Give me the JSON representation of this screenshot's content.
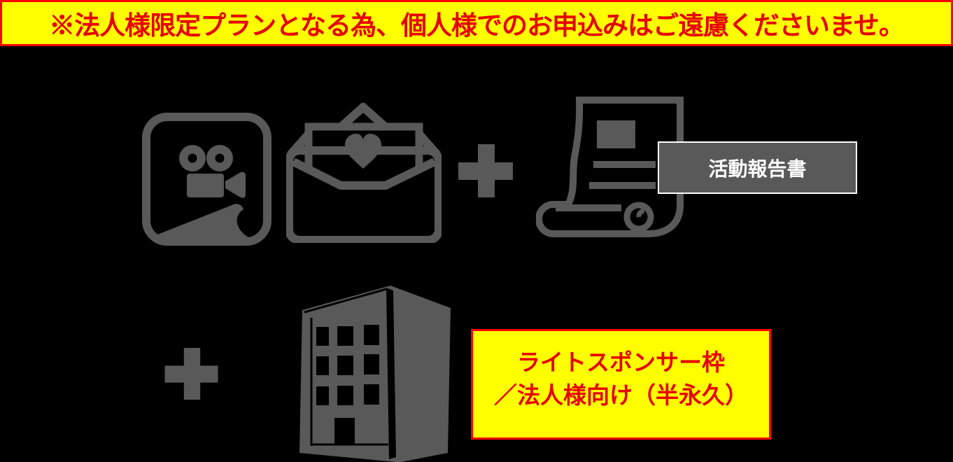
{
  "colors": {
    "background": "#000000",
    "icon_gray": "#595959",
    "banner_yellow": "#ffff00",
    "border_red": "#ff0000",
    "text_red": "#e60000",
    "label_bg_gray": "#595959",
    "label_text_white": "#ffffff"
  },
  "banner": {
    "text": "※法人様限定プランとなる為、個人様でのお申込みはご遠慮くださいませ。"
  },
  "plan_diagram": {
    "row1": {
      "icons": [
        "video-sticker-icon",
        "thank-you-letter-icon",
        "plus-icon",
        "report-scroll-icon"
      ],
      "report_label": "活動報告書"
    },
    "row2": {
      "icons": [
        "plus-icon",
        "office-building-icon"
      ],
      "sponsor_box": {
        "line1": "ライトスポンサー枠",
        "line2": "／法人様向け（半永久）"
      }
    }
  }
}
